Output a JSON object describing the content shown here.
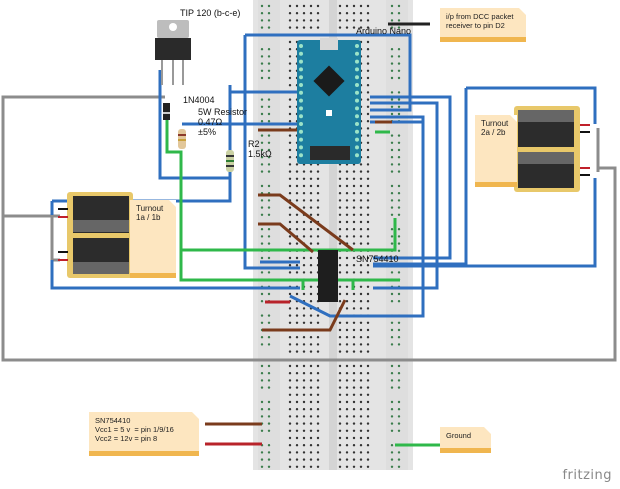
{
  "labels": {
    "transistor": "TIP 120 (b-c-e)",
    "diode": "1N4004",
    "power_resistor": "5W Resistor\n0.47Ω\n±5%",
    "r2": "R2\n1.5kΩ",
    "arduino": "Arduino Nano",
    "driver_ic": "SN754410",
    "turnout_1": "Turnout\n1a / 1b",
    "turnout_2": "Turnout\n2a / 2b"
  },
  "notes": {
    "dcc_input": "i/p from DCC packet\nreceiver to pin D2",
    "ic_power": "SN754410\nVcc1 = 5 v  = pin 1/9/16\nVcc2 = 12v = pin 8",
    "ground": "Ground"
  },
  "brand": "fritzing",
  "colors": {
    "wire_blue": "#2f6fbf",
    "wire_green": "#2fb84a",
    "wire_brown": "#7a3b1c",
    "wire_red": "#b8232a",
    "wire_grey": "#8c8c8c",
    "breadboard": "#e6e6e6",
    "arduino_board": "#1d7ea0",
    "note_bg": "#fde6c0",
    "note_bar": "#f0b64f"
  }
}
